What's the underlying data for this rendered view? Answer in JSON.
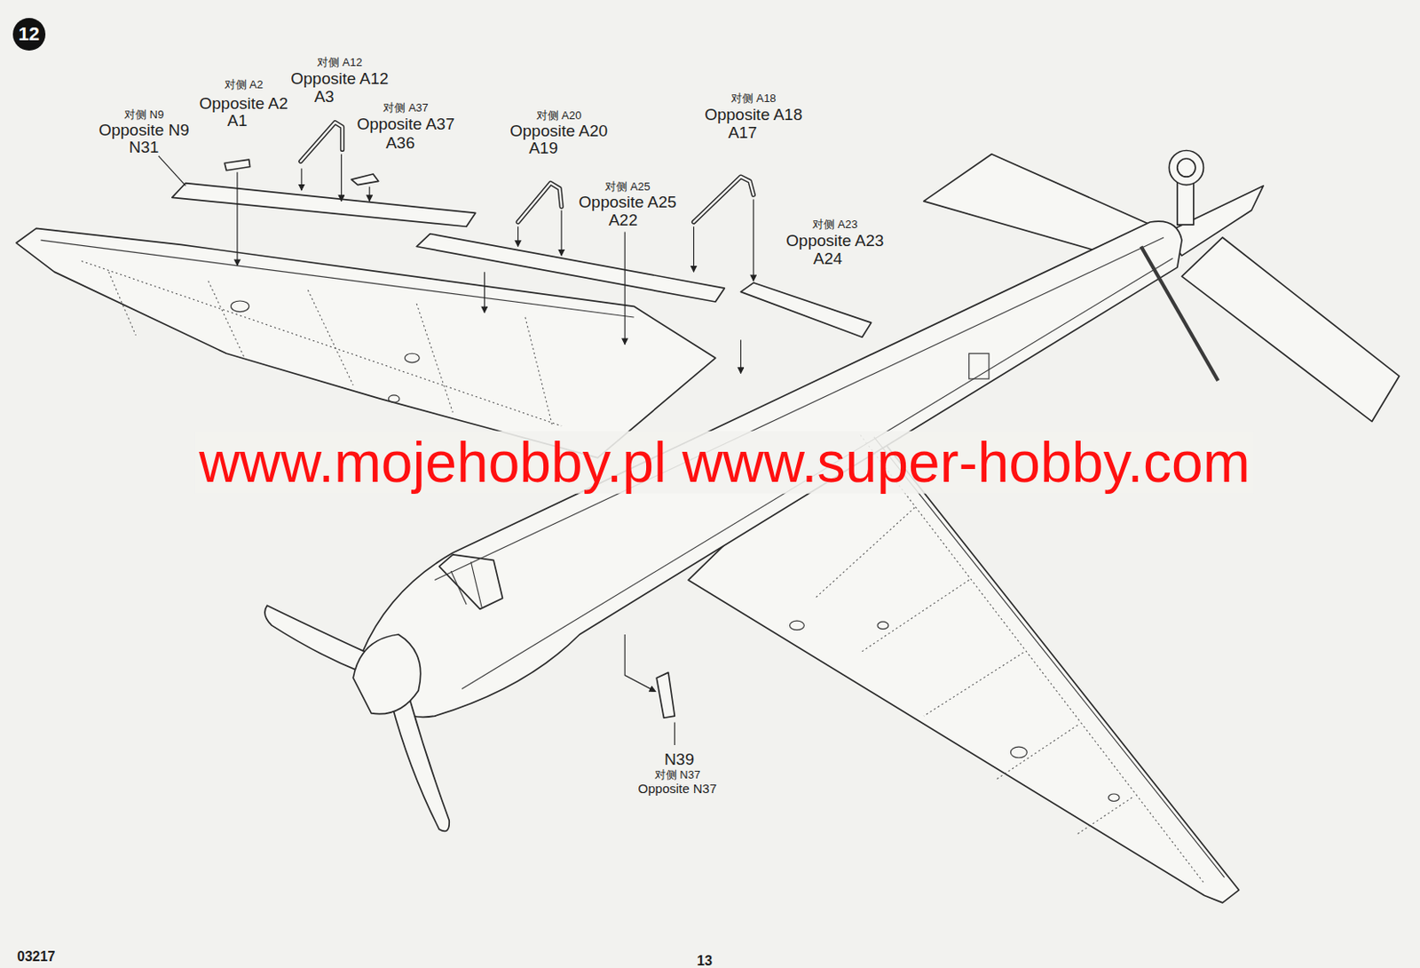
{
  "diagram": {
    "nodes": [
      {
        "text": [
          "12"
        ]
      }
    ],
    "labels": [
      "对侧 N9",
      "Opposite N9",
      "N31",
      "对侧 A2",
      "Opposite A2",
      "A1",
      "对侧 A12",
      "Opposite A12",
      "A3",
      "对侧 A37",
      "Opposite A37",
      "A36",
      "对侧 A20",
      "Opposite A20",
      "A19",
      "对侧 A25",
      "Opposite A25",
      "A22",
      "对侧 A18",
      "Opposite A18",
      "A17",
      "对侧 A23",
      "Opposite A23",
      "A24",
      "N39",
      "对侧 N37",
      "Opposite N37",
      "www.mojehobby.pl www.super-hobby.com",
      "03217",
      "13"
    ]
  }
}
